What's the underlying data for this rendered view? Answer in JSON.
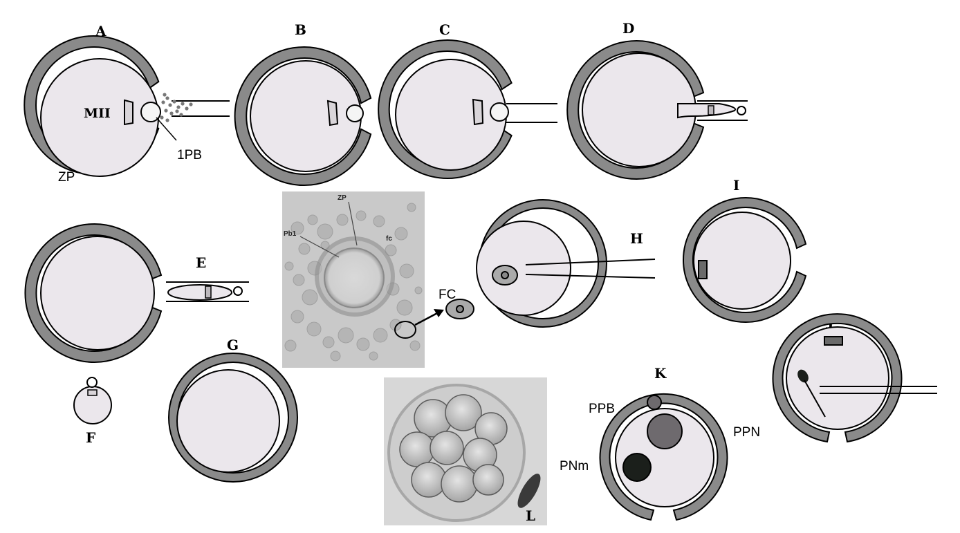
{
  "panels": {
    "A": "A",
    "B": "B",
    "C": "C",
    "D": "D",
    "E": "E",
    "F": "F",
    "G": "G",
    "H": "H",
    "I": "I",
    "J": "J",
    "K": "K",
    "L": "L"
  },
  "annotations": {
    "mii": "MII",
    "first_polar_body": "1PB",
    "zona_pellucida": "ZP",
    "follicular_cell": "FC",
    "ppb": "PPB",
    "ppn": "PPN",
    "pnm": "PNm"
  },
  "photo_labels": {
    "zp": "ZP",
    "pb1": "Pb1",
    "fc": "fc"
  },
  "colors": {
    "zona_gray": "#8a8a8a",
    "cytoplasm": "#ebe7ec",
    "spindle": "#d9d5d9",
    "chromatin_dark": "#6a6a6a",
    "pronucleus_gray": "#6e6a6e",
    "pronucleus_dark": "#1b1f1b",
    "photo_bg": "#c9c9c9"
  }
}
